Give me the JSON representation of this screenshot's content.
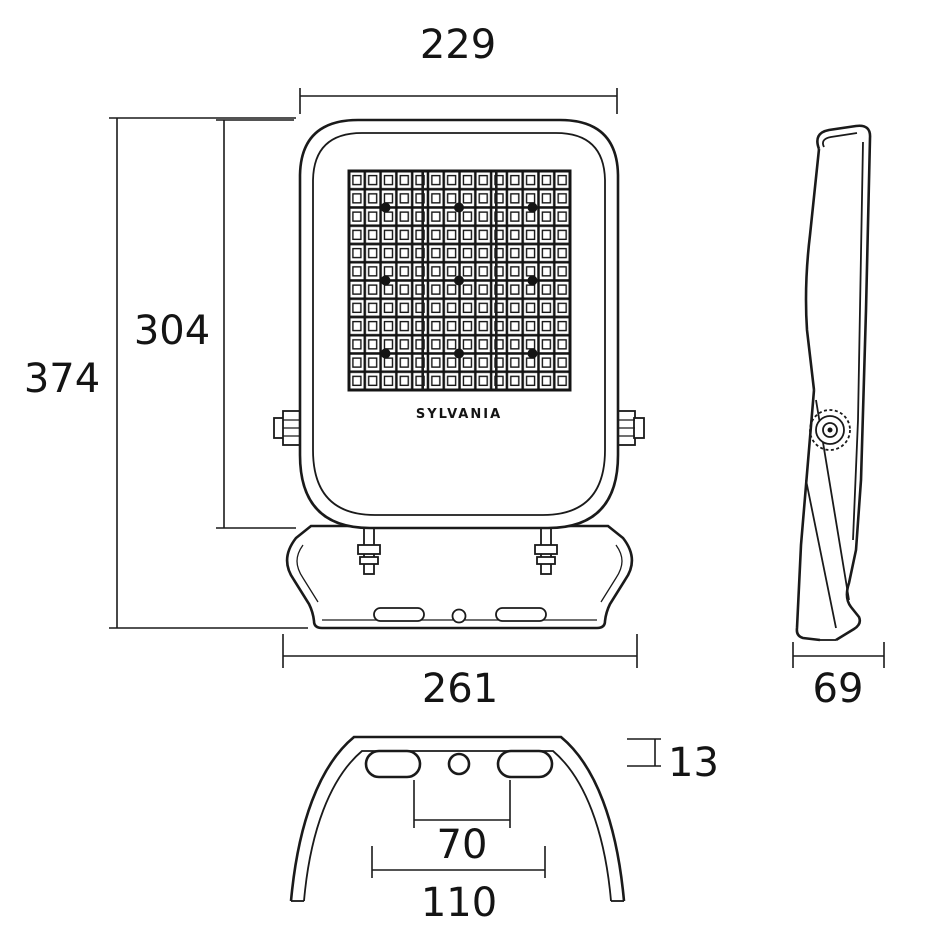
{
  "drawing": {
    "brand": "SYLVANIA",
    "dims": {
      "front_width": "229",
      "overall_height": "374",
      "body_height": "304",
      "base_width": "261",
      "depth": "69",
      "bracket_thickness": "13",
      "slot_inner_spacing": "70",
      "slot_outer_spacing": "110"
    }
  }
}
